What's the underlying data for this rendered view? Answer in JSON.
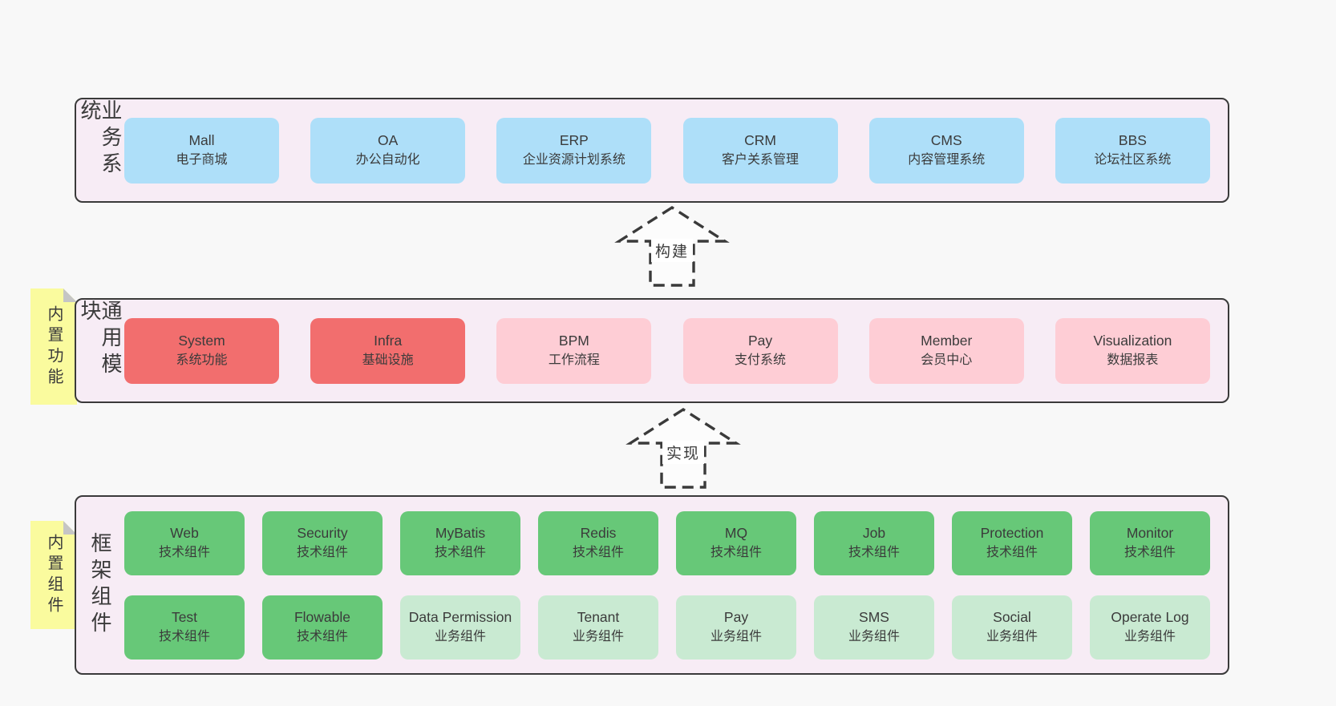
{
  "colors": {
    "page-bg": "#f8f8f8",
    "panel-bg": "#f7ecf5",
    "panel-border": "#3a3a3a",
    "box-blue": "#aedff9",
    "box-red": "#f26e6e",
    "box-pink": "#fecdd5",
    "box-green": "#67c878",
    "box-lightgreen": "#c9ead2",
    "note-yellow": "#fafb9e",
    "note-fold": "#c5c5c5",
    "text": "#3b3b3b"
  },
  "arrows": [
    {
      "label": "构建"
    },
    {
      "label": "实现"
    }
  ],
  "layers": [
    {
      "label": "业务系统",
      "boxes": [
        {
          "title": "Mall",
          "subtitle": "电子商城"
        },
        {
          "title": "OA",
          "subtitle": "办公自动化"
        },
        {
          "title": "ERP",
          "subtitle": "企业资源计划系统"
        },
        {
          "title": "CRM",
          "subtitle": "客户关系管理"
        },
        {
          "title": "CMS",
          "subtitle": "内容管理系统"
        },
        {
          "title": "BBS",
          "subtitle": "论坛社区系统"
        }
      ]
    },
    {
      "label": "通用模块",
      "note": "内置功能",
      "boxes": [
        {
          "title": "System",
          "subtitle": "系统功能"
        },
        {
          "title": "Infra",
          "subtitle": "基础设施"
        },
        {
          "title": "BPM",
          "subtitle": "工作流程"
        },
        {
          "title": "Pay",
          "subtitle": "支付系统"
        },
        {
          "title": "Member",
          "subtitle": "会员中心"
        },
        {
          "title": "Visualization",
          "subtitle": "数据报表"
        }
      ]
    },
    {
      "label": "框架组件",
      "note": "内置组件",
      "rows": [
        [
          {
            "title": "Web",
            "subtitle": "技术组件"
          },
          {
            "title": "Security",
            "subtitle": "技术组件"
          },
          {
            "title": "MyBatis",
            "subtitle": "技术组件"
          },
          {
            "title": "Redis",
            "subtitle": "技术组件"
          },
          {
            "title": "MQ",
            "subtitle": "技术组件"
          },
          {
            "title": "Job",
            "subtitle": "技术组件"
          },
          {
            "title": "Protection",
            "subtitle": "技术组件"
          },
          {
            "title": "Monitor",
            "subtitle": "技术组件"
          }
        ],
        [
          {
            "title": "Test",
            "subtitle": "技术组件"
          },
          {
            "title": "Flowable",
            "subtitle": "技术组件"
          },
          {
            "title": "Data Permission",
            "subtitle": "业务组件"
          },
          {
            "title": "Tenant",
            "subtitle": "业务组件"
          },
          {
            "title": "Pay",
            "subtitle": "业务组件"
          },
          {
            "title": "SMS",
            "subtitle": "业务组件"
          },
          {
            "title": "Social",
            "subtitle": "业务组件"
          },
          {
            "title": "Operate Log",
            "subtitle": "业务组件"
          }
        ]
      ]
    }
  ]
}
